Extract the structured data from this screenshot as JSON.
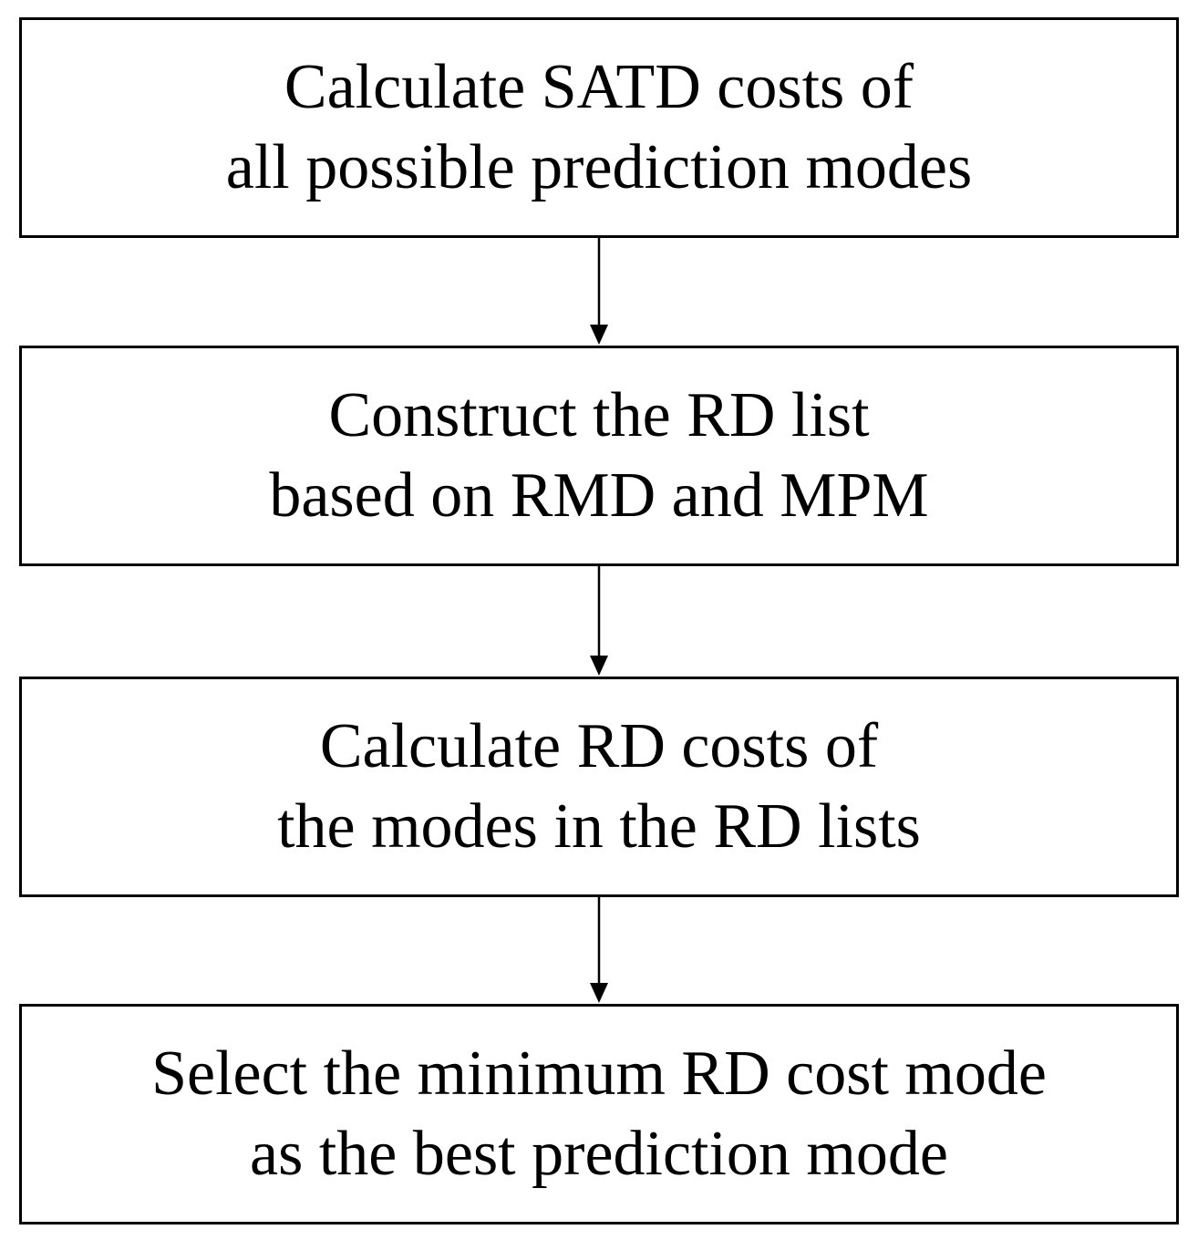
{
  "flowchart": {
    "steps": [
      {
        "line1": "Calculate SATD costs of",
        "line2": "all possible prediction modes"
      },
      {
        "line1": "Construct the RD list",
        "line2": "based on RMD and MPM"
      },
      {
        "line1": "Calculate RD costs of",
        "line2": "the modes in the RD lists"
      },
      {
        "line1": "Select the minimum RD cost mode",
        "line2": "as the best prediction mode"
      }
    ],
    "colors": {
      "stroke": "#000000",
      "background": "#ffffff"
    }
  }
}
